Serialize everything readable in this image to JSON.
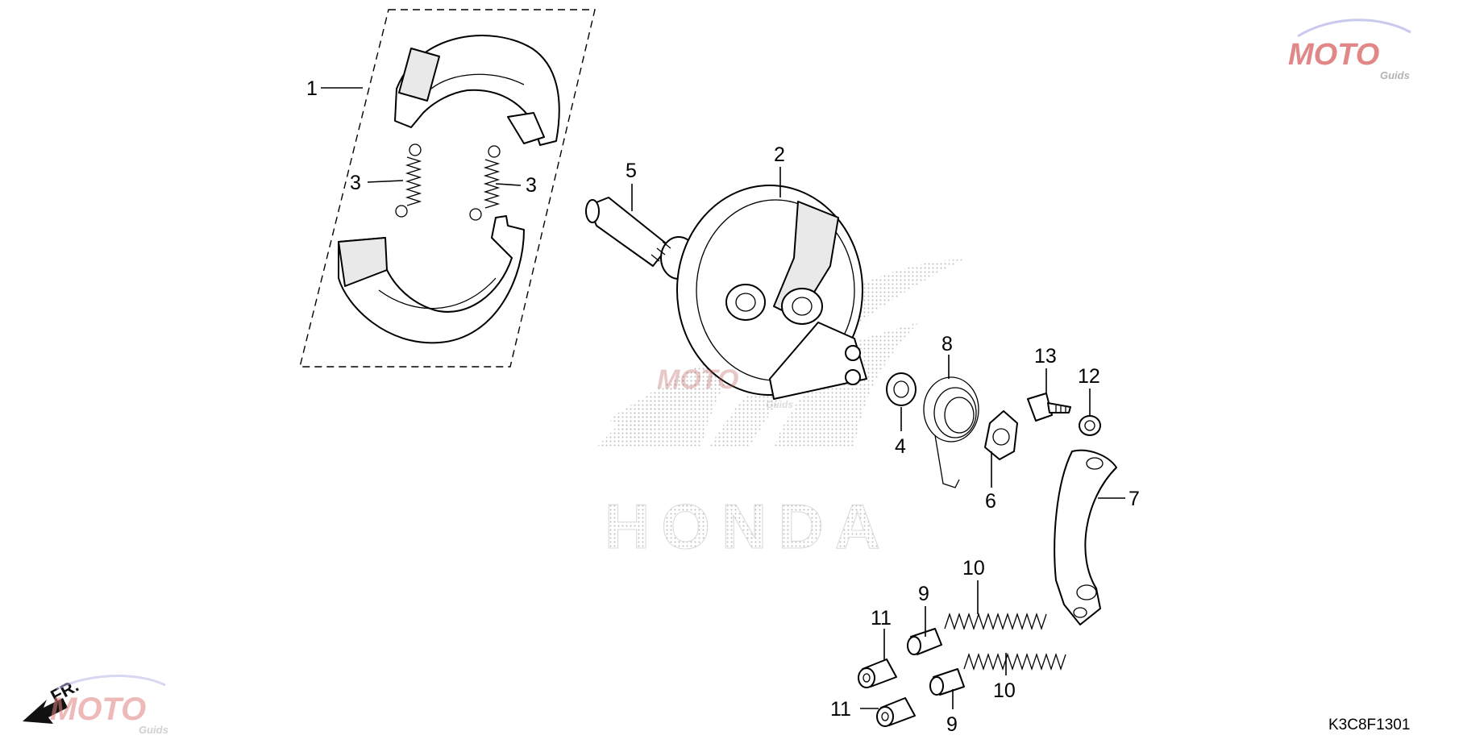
{
  "diagram": {
    "drawing_code": "K3C8F1301",
    "front_marker": "FR.",
    "brand_watermark": "HONDA",
    "site_watermark": {
      "main": "MOTO",
      "sub": "Guids"
    },
    "callouts": [
      {
        "id": "c1",
        "label": "1"
      },
      {
        "id": "c2",
        "label": "2"
      },
      {
        "id": "c3a",
        "label": "3"
      },
      {
        "id": "c3b",
        "label": "3"
      },
      {
        "id": "c4",
        "label": "4"
      },
      {
        "id": "c5",
        "label": "5"
      },
      {
        "id": "c6",
        "label": "6"
      },
      {
        "id": "c7",
        "label": "7"
      },
      {
        "id": "c8",
        "label": "8"
      },
      {
        "id": "c9a",
        "label": "9"
      },
      {
        "id": "c9b",
        "label": "9"
      },
      {
        "id": "c10a",
        "label": "10"
      },
      {
        "id": "c10b",
        "label": "10"
      },
      {
        "id": "c11a",
        "label": "11"
      },
      {
        "id": "c11b",
        "label": "11"
      },
      {
        "id": "c12",
        "label": "12"
      },
      {
        "id": "c13",
        "label": "13"
      }
    ]
  }
}
